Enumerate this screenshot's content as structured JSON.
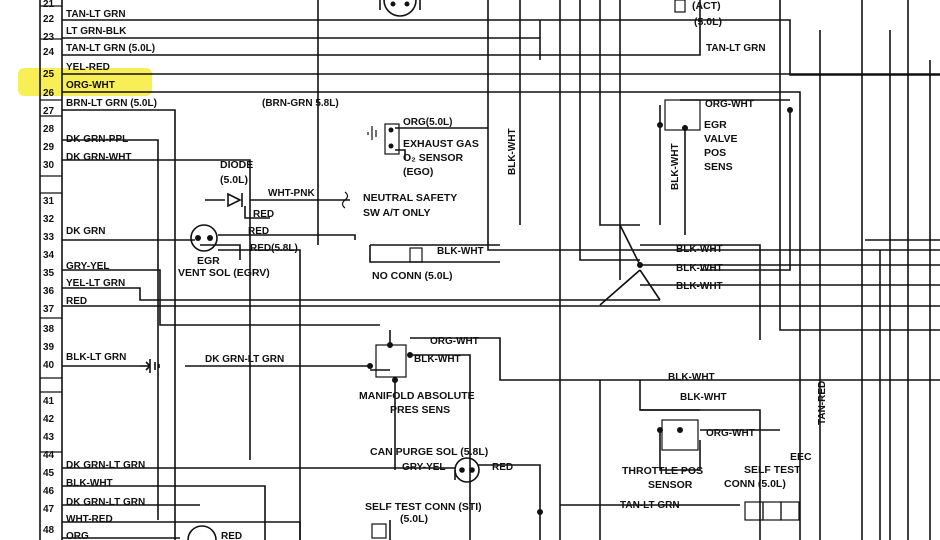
{
  "connector": {
    "pins": [
      "21",
      "22",
      "23",
      "24",
      "25",
      "26",
      "27",
      "28",
      "29",
      "30",
      "31",
      "32",
      "33",
      "34",
      "35",
      "36",
      "37",
      "38",
      "39",
      "40",
      "41",
      "42",
      "43",
      "44",
      "45",
      "46",
      "47",
      "48"
    ],
    "wires": {
      "p21": "TAN-LT GRN",
      "p22": "LT GRN-BLK",
      "p23": "TAN-LT GRN  (5.0L)",
      "p24": "YEL-RED",
      "p25": "ORG-WHT",
      "p26": "BRN-LT GRN  (5.0L)",
      "p26b": "(BRN-GRN 5.8L)",
      "p28": "DK GRN-PPL",
      "p29": "DK GRN-WHT",
      "p32": "DK GRN",
      "p34": "GRY-YEL",
      "p35": "YEL-LT GRN",
      "p36": "RED",
      "p39": "BLK-LT GRN",
      "p39b": "DK GRN-LT GRN",
      "p44": "DK GRN-LT GRN",
      "p45": "BLK-WHT",
      "p46": "DK GRN-LT GRN",
      "p47": "WHT-RED",
      "p48": "ORG"
    }
  },
  "components": {
    "act": "(ACT)",
    "act_size": "(5.0L)",
    "tan_lt_grn_top": "TAN-LT GRN",
    "ego_wire": "ORG(5.0L)",
    "ego_l1": "EXHAUST GAS",
    "ego_l2": "O₂ SENSOR",
    "ego_l3": "(EGO)",
    "blk_wht_v": "BLK-WHT",
    "egr_org": "ORG-WHT",
    "egr_l1": "EGR",
    "egr_l2": "VALVE",
    "egr_l3": "POS",
    "egr_l4": "SENS",
    "egr_blk": "BLK-WHT",
    "diode_l1": "DIODE",
    "diode_l2": "(5.0L)",
    "diode_wire": "WHT-PNK",
    "diode_red": "RED",
    "nss_l1": "NEUTRAL SAFETY",
    "nss_l2": "SW A/T ONLY",
    "egrv_red1": "RED",
    "egrv_red2": "RED(5.8L)",
    "egrv_l1": "EGR",
    "egrv_l2": "VENT SOL (EGRV)",
    "noconn_wire": "BLK-WHT",
    "noconn": "NO CONN (5.0L)",
    "hub1": "BLK-WHT",
    "hub2": "BLK-WHT",
    "hub3": "BLK-WHT",
    "map_org": "ORG-WHT",
    "map_blk": "BLK-WHT",
    "map_l1": "MANIFOLD ABSOLUTE",
    "map_l2": "PRES SENS",
    "tps_blk1": "BLK-WHT",
    "tps_blk2": "BLK-WHT",
    "tps_org": "ORG-WHT",
    "tps_l1": "THROTTLE POS",
    "tps_l2": "SENSOR",
    "tan_red_v": "TAN-RED",
    "eec_l1": "EEC",
    "eec_l2": "SELF TEST",
    "eec_l3": "CONN (5.0L)",
    "canp_l1": "CAN PURGE SOL (5.8L)",
    "canp_gry": "GRY-YEL",
    "canp_red": "RED",
    "sti_l1": "SELF TEST CONN  (STI)",
    "sti_l2": "(5.0L)",
    "tan_lt_grn_bot": "TAN-LT GRN",
    "bottom_red": "RED"
  },
  "colors": {
    "highlight": "#f7ec3a",
    "ink": "#111111"
  }
}
